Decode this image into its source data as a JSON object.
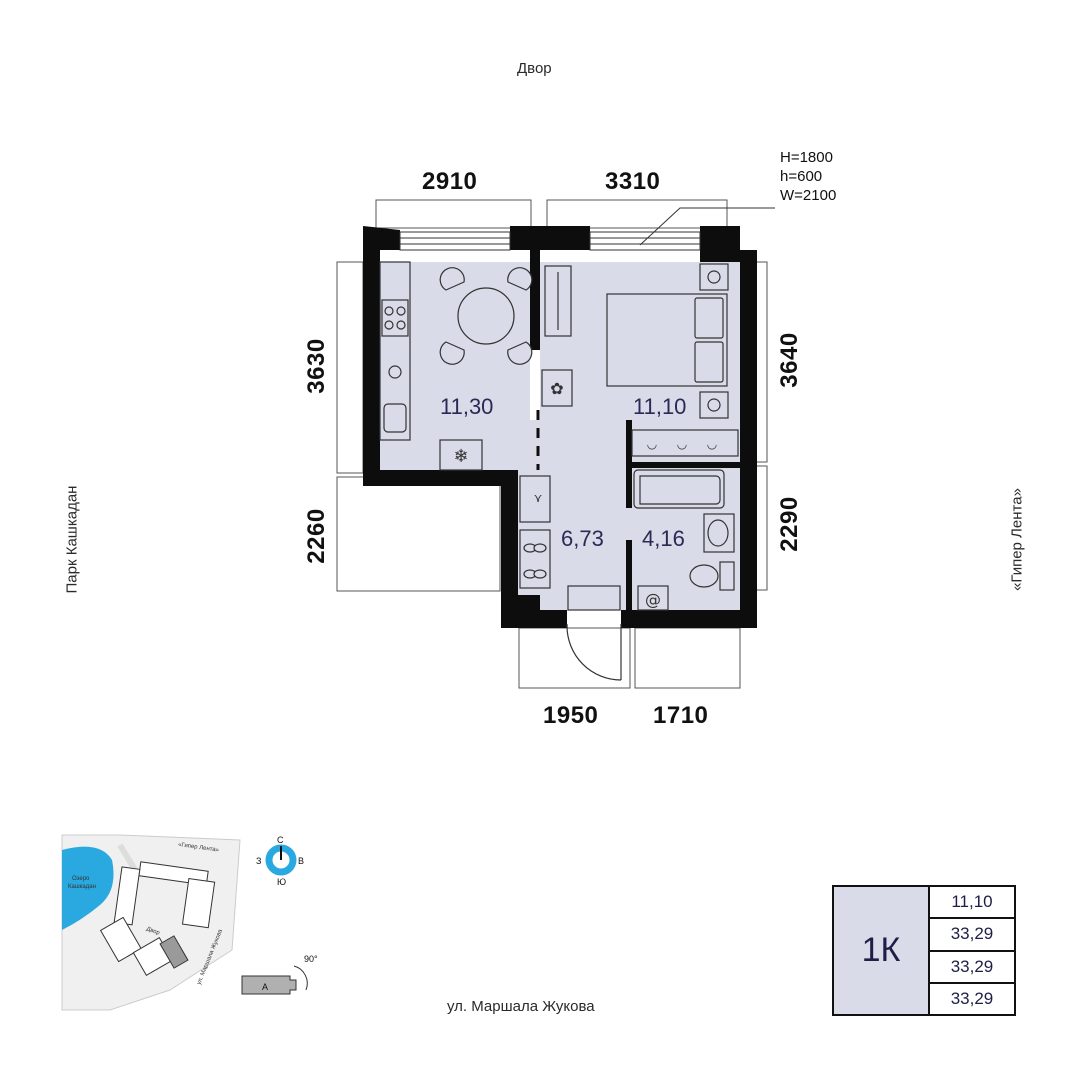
{
  "orientation": {
    "top": "Двор",
    "left": "Парк Кашкадан",
    "right": "«Гипер Лента»",
    "bottom": "ул. Маршала Жукова"
  },
  "window_spec": [
    "H=1800",
    "h=600",
    "W=2100"
  ],
  "dimensions": {
    "top_left": "2910",
    "top_right": "3310",
    "left_upper": "3630",
    "left_lower": "2260",
    "right_upper": "3640",
    "right_lower": "2290",
    "bottom_left": "1950",
    "bottom_right": "1710"
  },
  "rooms": {
    "kitchen": "11,30",
    "bedroom": "11,10",
    "hall": "6,73",
    "bathroom": "4,16"
  },
  "site_map": {
    "lake_label_1": "Озеро",
    "lake_label_2": "Кашкадан",
    "road_top": "«Гипер Лента»",
    "yard": "Двор",
    "road_right": "ул. Маршала Жукова",
    "building": "А",
    "rotation": "90°",
    "compass": {
      "n": "С",
      "s": "Ю",
      "w": "З",
      "e": "В"
    }
  },
  "summary": {
    "type": "1К",
    "values": [
      "11,10",
      "33,29",
      "33,29",
      "33,29"
    ]
  },
  "colors": {
    "wall": "#0d0d0d",
    "room_fill": "#d9dbe8",
    "accent": "#29a9e0",
    "text_room": "#2a2a55"
  }
}
